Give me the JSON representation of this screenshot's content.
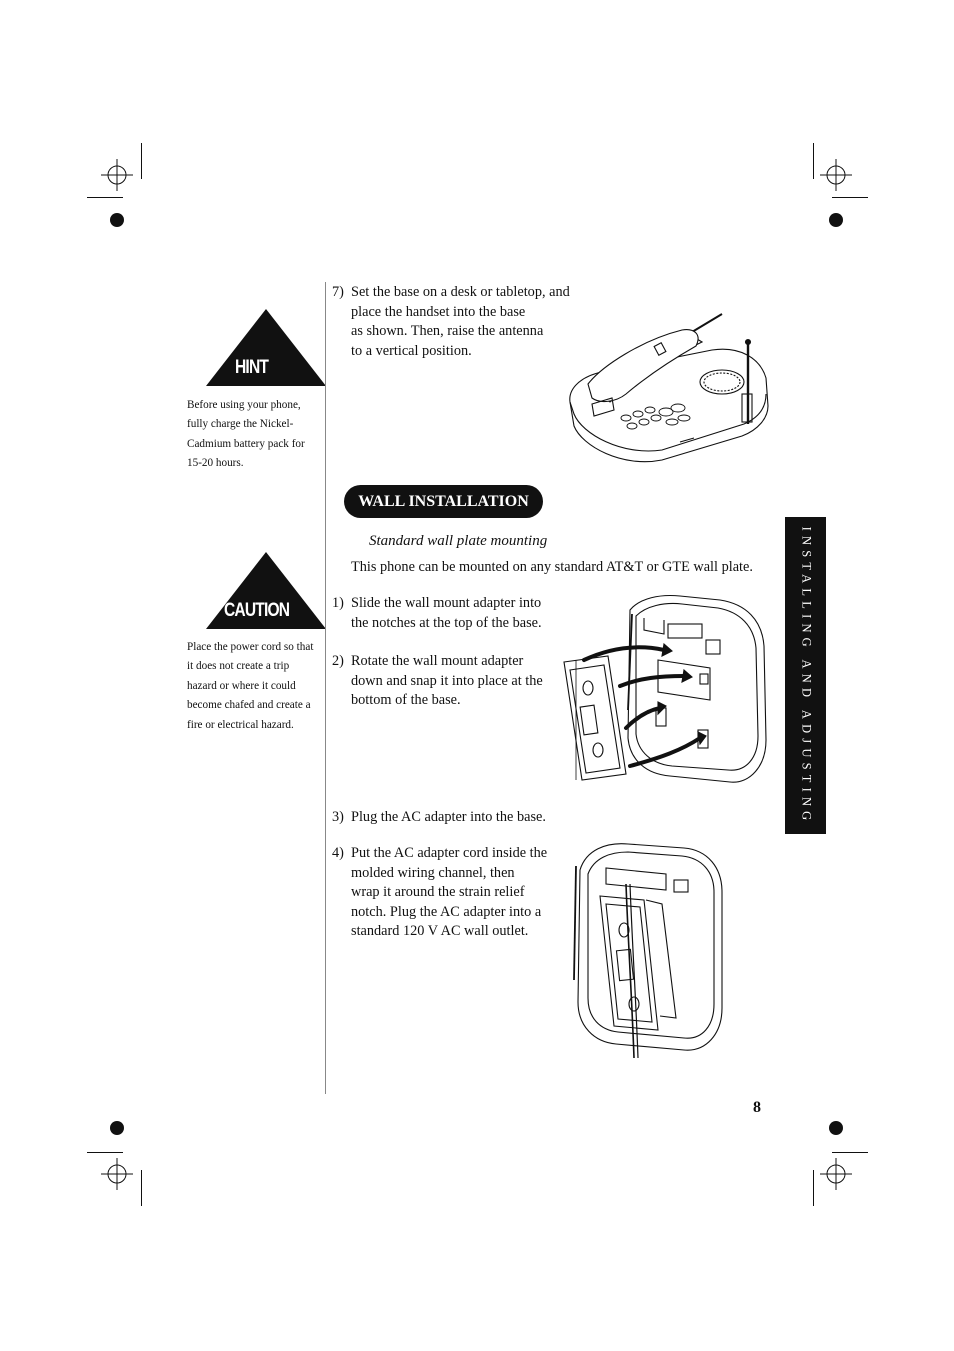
{
  "hint": {
    "label": "HINT",
    "text": "Before using your phone, fully charge the Nickel-Cadmium battery pack for 15-20 hours."
  },
  "caution": {
    "label": "CAUTION",
    "text": "Place the power cord so that it does not create a trip hazard or where it could become chafed and create a fire or electrical hazard."
  },
  "step7": {
    "num": "7)",
    "lines": [
      "Set the base on a desk or tabletop, and",
      "place the handset into the base",
      "as shown. Then, raise the antenna",
      "to a vertical position."
    ]
  },
  "wall_section": {
    "title": "WALL INSTALLATION",
    "subtitle": "Standard wall plate mounting",
    "intro": "This phone can be mounted on any standard AT&T or GTE wall plate."
  },
  "steps": [
    {
      "num": "1)",
      "lines": [
        "Slide the wall mount adapter into",
        "the notches at the top of the base."
      ]
    },
    {
      "num": "2)",
      "lines": [
        "Rotate the wall mount adapter",
        "down and snap it into place at the",
        "bottom of the base."
      ]
    },
    {
      "num": "3)",
      "lines": [
        "Plug the AC adapter into the base."
      ]
    },
    {
      "num": "4)",
      "lines": [
        "Put the AC adapter cord inside the",
        "molded wiring channel, then",
        "wrap it around the strain relief",
        "notch. Plug the AC adapter into a",
        "standard 120 V AC wall outlet."
      ]
    }
  ],
  "side_tab": {
    "text": "INSTALLING AND ADJUSTING"
  },
  "page_number": "8",
  "colors": {
    "ink": "#111111",
    "paper": "#ffffff"
  },
  "icons": [
    "registration-mark-icon",
    "hint-triangle-icon",
    "caution-triangle-icon"
  ]
}
